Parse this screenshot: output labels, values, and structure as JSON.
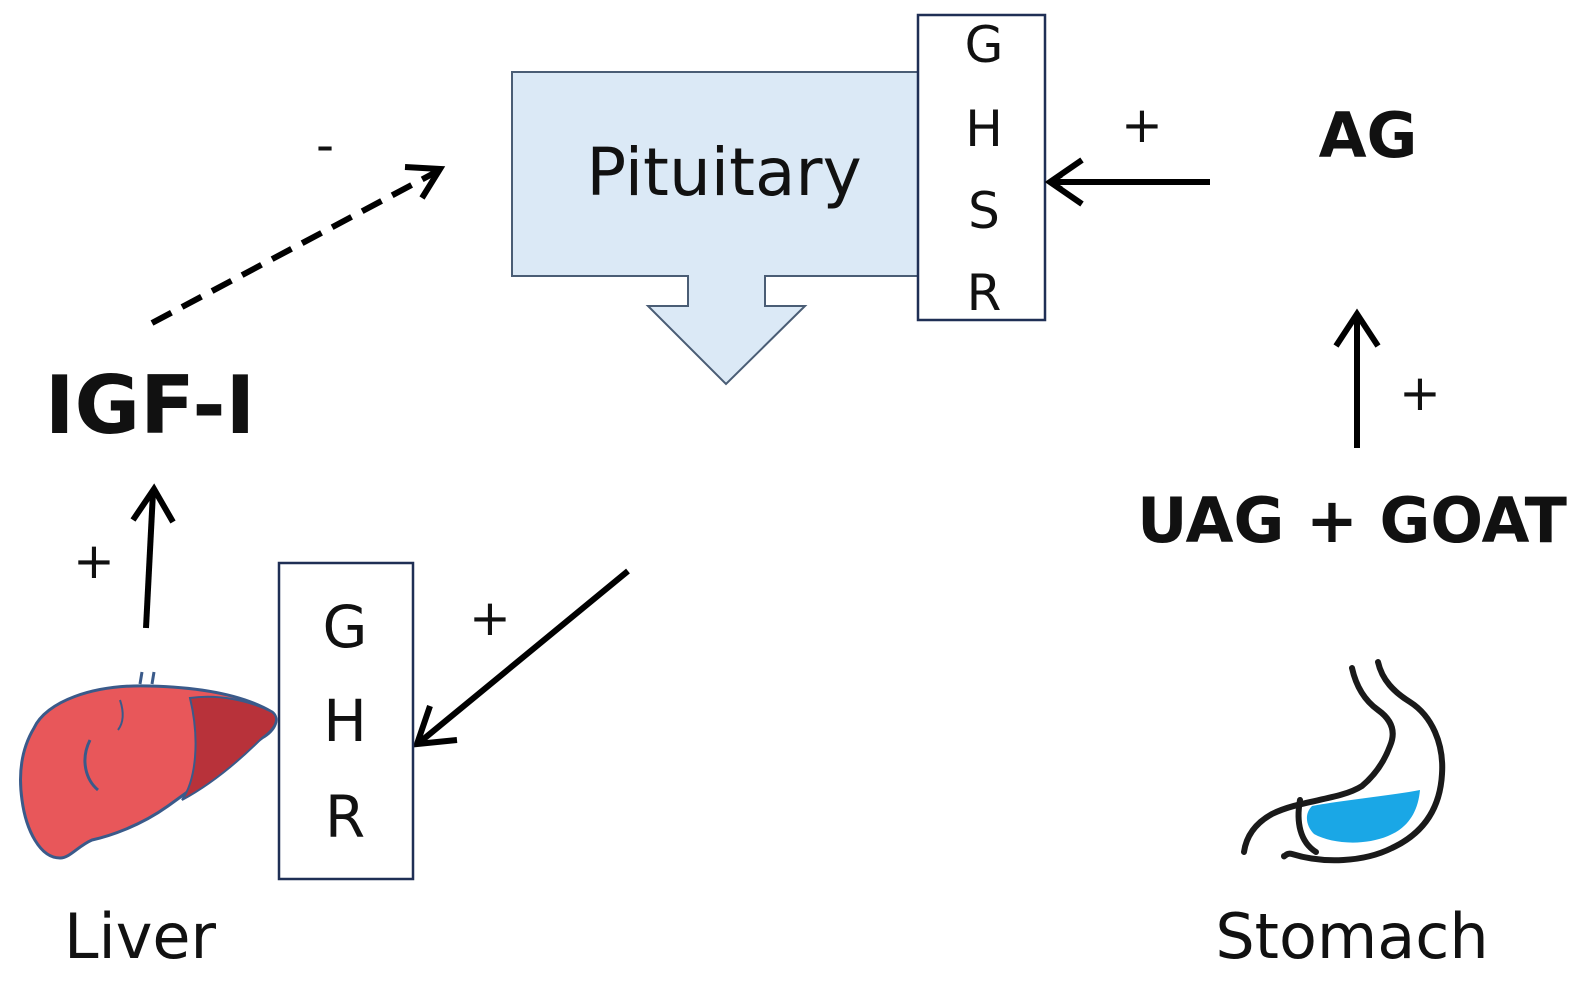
{
  "pituitary": {
    "label": "Pituitary",
    "fill": "#dbe9f6",
    "stroke": "#4a5d75"
  },
  "ghsr": {
    "letters": [
      "G",
      "H",
      "S",
      "R"
    ]
  },
  "ghr": {
    "letters": [
      "G",
      "H",
      "R"
    ]
  },
  "ag_label": "AG",
  "uag_label": "UAG + GOAT",
  "igf_label": "IGF-I",
  "liver_label": "Liver",
  "stomach_label": "Stomach",
  "signs": {
    "igf_to_pituitary": "-",
    "ag_to_ghsr": "+",
    "uag_to_ag": "+",
    "pituitary_to_ghr": "+",
    "liver_to_igf": "+"
  },
  "colors": {
    "liver_main": "#e8575a",
    "liver_dark": "#b8323a",
    "liver_outline": "#3a5a8a",
    "stomach_fluid": "#1aa7e6",
    "stroke": "#000000"
  },
  "icons": {
    "liver": "liver-icon",
    "stomach": "stomach-icon"
  }
}
